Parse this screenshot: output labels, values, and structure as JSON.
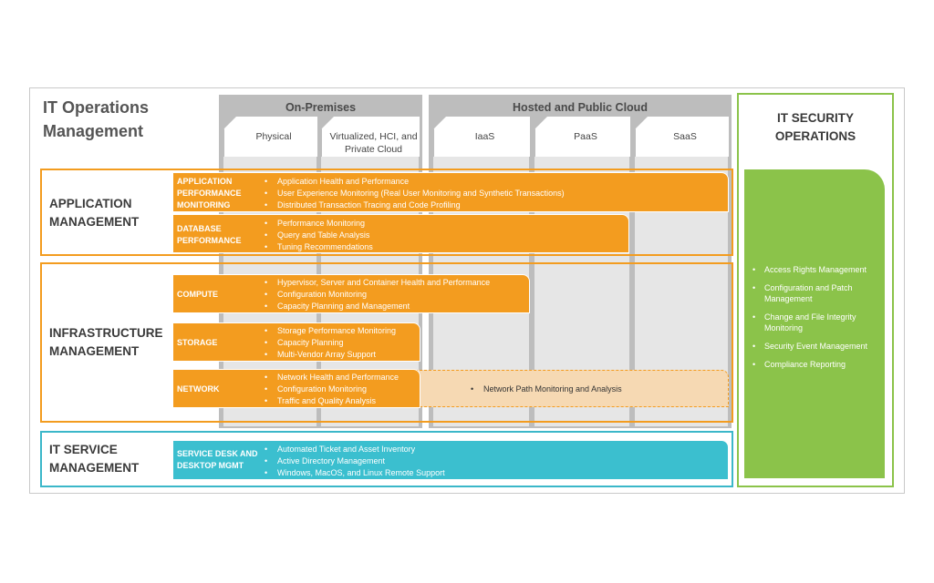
{
  "title": "IT Operations Management",
  "groups": {
    "on_premises": "On-Premises",
    "hosted_cloud": "Hosted and Public Cloud"
  },
  "columns": {
    "physical": "Physical",
    "virtualized": "Virtualized, HCI, and Private Cloud",
    "iaas": "IaaS",
    "paas": "PaaS",
    "saas": "SaaS"
  },
  "sections": {
    "application_management": "APPLICATION MANAGEMENT",
    "infrastructure_management": "INFRASTRUCTURE MANAGEMENT",
    "it_service_management": "IT SERVICE MANAGEMENT",
    "it_security_operations": "IT SECURITY OPERATIONS"
  },
  "bars": {
    "apm": {
      "title": "APPLICATION PERFORMANCE MONITORING",
      "items": [
        "Application Health and Performance",
        "User Experience Monitoring (Real User Monitoring and Synthetic Transactions)",
        "Distributed Transaction Tracing and Code Profiling"
      ]
    },
    "database": {
      "title": "DATABASE PERFORMANCE",
      "items": [
        "Performance Monitoring",
        "Query and Table Analysis",
        "Tuning Recommendations"
      ]
    },
    "compute": {
      "title": "COMPUTE",
      "items": [
        "Hypervisor, Server and Container Health and Performance",
        "Configuration Monitoring",
        "Capacity Planning and Management"
      ]
    },
    "storage": {
      "title": "STORAGE",
      "items": [
        "Storage Performance Monitoring",
        "Capacity Planning",
        "Multi-Vendor Array Support"
      ]
    },
    "network": {
      "title": "NETWORK",
      "items": [
        "Network Health and Performance",
        "Configuration Monitoring",
        "Traffic and Quality Analysis"
      ]
    },
    "network_path": "Network Path Monitoring and Analysis",
    "service_desk": {
      "title": "SERVICE DESK AND DESKTOP MGMT",
      "items": [
        "Automated Ticket and Asset Inventory",
        "Active Directory Management",
        "Windows, MacOS, and Linux Remote Support"
      ]
    }
  },
  "security_items": [
    "Access Rights Management",
    "Configuration and Patch Management",
    "Change and File Integrity Monitoring",
    "Security Event Management",
    "Compliance Reporting"
  ],
  "colors": {
    "orange": "#f39c1f",
    "green": "#8bc34a",
    "teal": "#3bbfcf",
    "gray": "#bdbdbd"
  }
}
